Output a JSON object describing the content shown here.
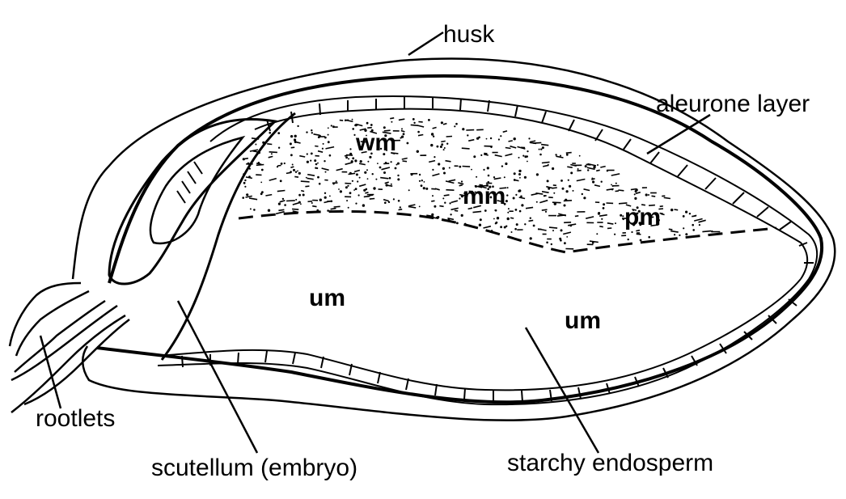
{
  "labels": {
    "husk": "husk",
    "aleurone": "aleurone layer",
    "rootlets": "rootlets",
    "scutellum": "scutellum (embryo)",
    "endosperm": "starchy endosperm"
  },
  "regions": {
    "wm": "wm",
    "mm": "mm",
    "pm": "pm",
    "um_left": "um",
    "um_right": "um"
  },
  "colors": {
    "ink": "#000000",
    "background": "#ffffff"
  }
}
